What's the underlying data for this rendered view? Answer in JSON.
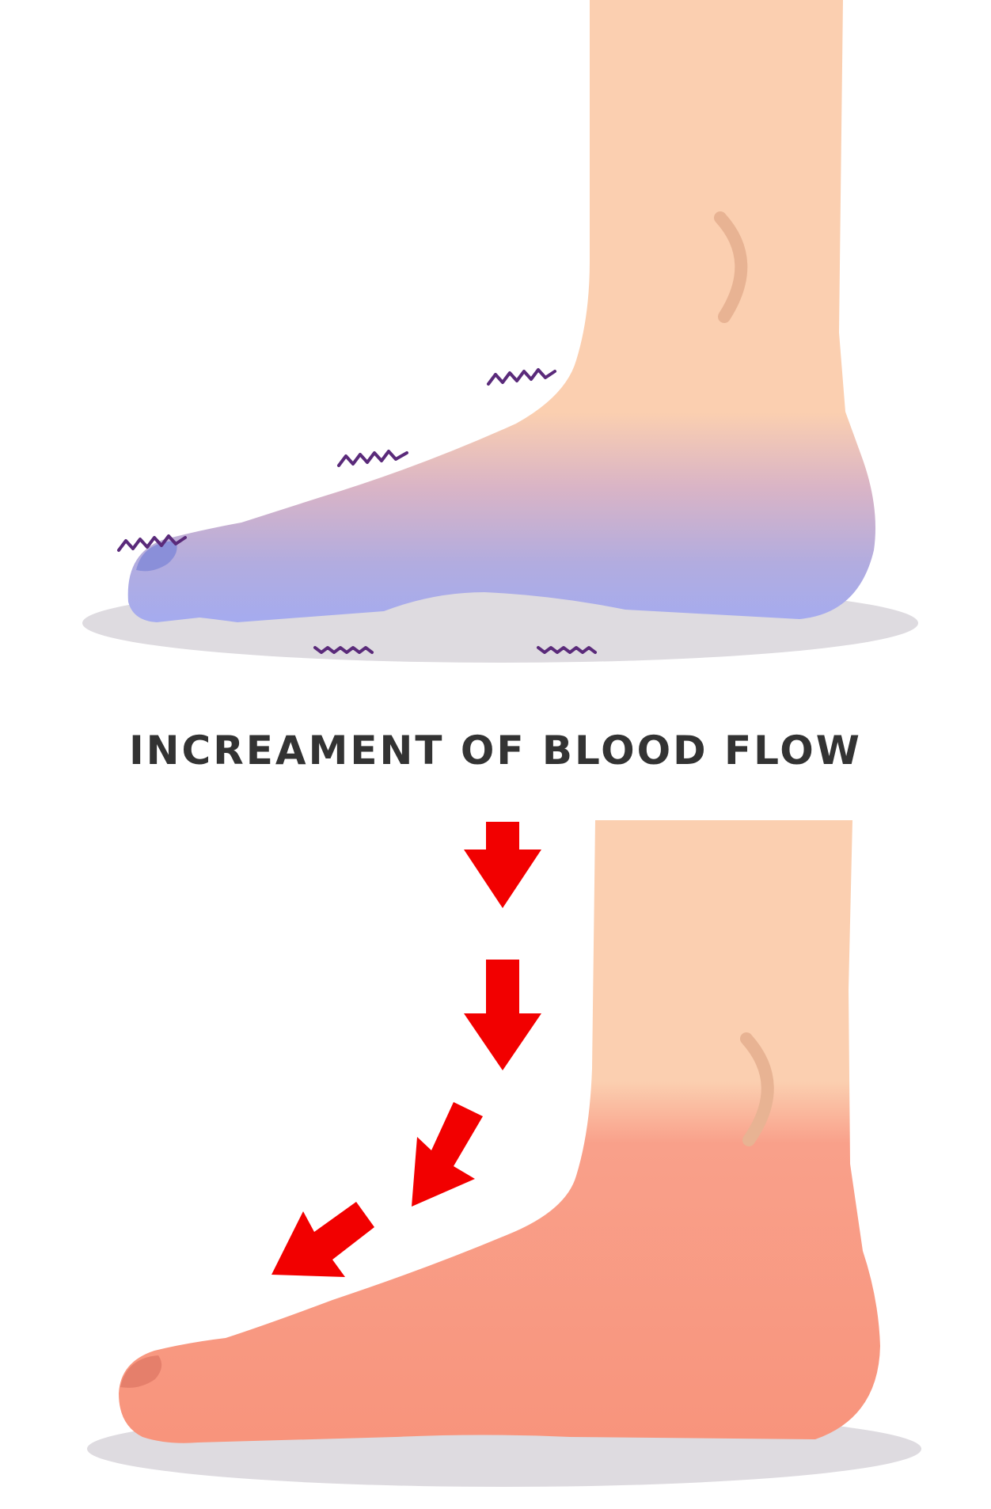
{
  "caption": "INCREAMENT OF BLOOD FLOW",
  "colors": {
    "skin": "#fbcfb0",
    "cold_foot": "#a4abf0",
    "warm_foot": "#f8947c",
    "shadow": "#dedbe0",
    "squiggle": "#5a2a7a",
    "arrow": "#f20000",
    "ankle_mark": "#e8b393",
    "caption": "#333333"
  },
  "illustrations": {
    "top": {
      "state": "cold",
      "icons": [
        "foot-icon",
        "shiver-squiggle-icon",
        "ankle-bone-icon",
        "ground-shadow-icon"
      ]
    },
    "bottom": {
      "state": "warm",
      "icons": [
        "foot-icon",
        "down-arrow-icon",
        "ankle-bone-icon",
        "ground-shadow-icon"
      ]
    }
  }
}
